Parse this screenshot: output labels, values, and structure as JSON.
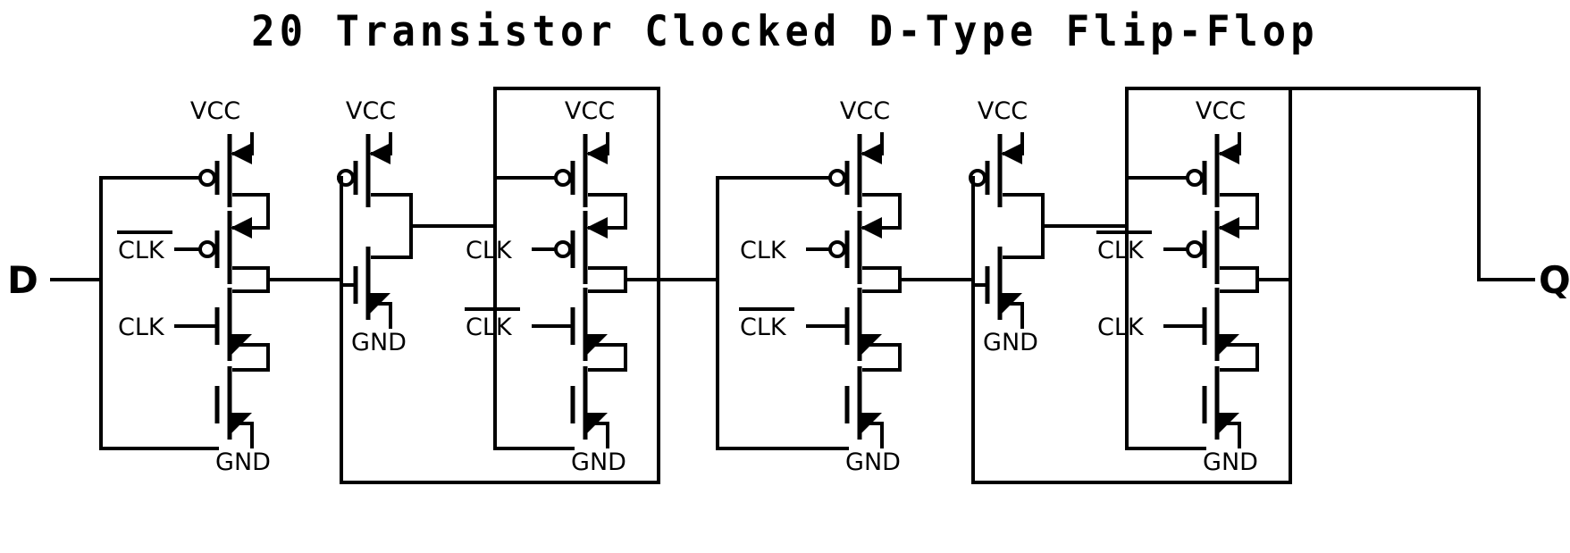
{
  "title": "20 Transistor Clocked D-Type Flip-Flop",
  "io": {
    "input_label": "D",
    "output_label": "Q"
  },
  "rail_labels": {
    "vcc": "VCC",
    "gnd": "GND"
  },
  "clock_labels": {
    "clk": "CLK",
    "clk_bar": "CLK",
    "clk_bar_overline": true
  },
  "colors": {
    "wire": "#000000",
    "background": "#ffffff",
    "text": "#000000"
  },
  "schematic": {
    "type": "cmos-transistor-schematic",
    "transistor_count": 20,
    "stages": [
      {
        "index": 1,
        "name": "input-clocked-inverter",
        "kind": "clocked-inverter",
        "transistors": [
          {
            "type": "pmos",
            "gate": "D",
            "bubble": true,
            "position": "top"
          },
          {
            "type": "pmos",
            "gate": "CLK̅",
            "bubble": true,
            "position": "upper-mid"
          },
          {
            "type": "nmos",
            "gate": "CLK",
            "bubble": false,
            "position": "lower-mid"
          },
          {
            "type": "nmos",
            "gate": "D",
            "bubble": false,
            "position": "bottom"
          }
        ],
        "vcc": "VCC",
        "gnd": "GND"
      },
      {
        "index": 2,
        "name": "inverter-1",
        "kind": "inverter",
        "transistors": [
          {
            "type": "pmos",
            "gate": "in",
            "bubble": true,
            "position": "top"
          },
          {
            "type": "nmos",
            "gate": "in",
            "bubble": false,
            "position": "bottom"
          }
        ],
        "vcc": "VCC",
        "gnd": "GND"
      },
      {
        "index": 3,
        "name": "master-feedback-clocked-inverter",
        "kind": "clocked-inverter-feedback",
        "transistors": [
          {
            "type": "pmos",
            "gate": "fb",
            "bubble": true,
            "position": "top"
          },
          {
            "type": "pmos",
            "gate": "CLK",
            "bubble": true,
            "position": "upper-mid"
          },
          {
            "type": "nmos",
            "gate": "CLK̅",
            "bubble": false,
            "position": "lower-mid"
          },
          {
            "type": "nmos",
            "gate": "fb",
            "bubble": false,
            "position": "bottom"
          }
        ],
        "vcc": "VCC",
        "gnd": "GND"
      },
      {
        "index": 4,
        "name": "transfer-clocked-inverter",
        "kind": "clocked-inverter",
        "transistors": [
          {
            "type": "pmos",
            "gate": "in",
            "bubble": true,
            "position": "top"
          },
          {
            "type": "pmos",
            "gate": "CLK",
            "bubble": true,
            "position": "upper-mid"
          },
          {
            "type": "nmos",
            "gate": "CLK̅",
            "bubble": false,
            "position": "lower-mid"
          },
          {
            "type": "nmos",
            "gate": "in",
            "bubble": false,
            "position": "bottom"
          }
        ],
        "vcc": "VCC",
        "gnd": "GND"
      },
      {
        "index": 5,
        "name": "inverter-2",
        "kind": "inverter",
        "transistors": [
          {
            "type": "pmos",
            "gate": "in",
            "bubble": true,
            "position": "top"
          },
          {
            "type": "nmos",
            "gate": "in",
            "bubble": false,
            "position": "bottom"
          }
        ],
        "vcc": "VCC",
        "gnd": "GND"
      },
      {
        "index": 6,
        "name": "slave-feedback-clocked-inverter",
        "kind": "clocked-inverter-feedback",
        "transistors": [
          {
            "type": "pmos",
            "gate": "fb",
            "bubble": true,
            "position": "top"
          },
          {
            "type": "pmos",
            "gate": "CLK̅",
            "bubble": true,
            "position": "upper-mid"
          },
          {
            "type": "nmos",
            "gate": "CLK",
            "bubble": false,
            "position": "lower-mid"
          },
          {
            "type": "nmos",
            "gate": "fb",
            "bubble": false,
            "position": "bottom"
          }
        ],
        "vcc": "VCC",
        "gnd": "GND"
      }
    ],
    "rail_text": {
      "vcc_1": "VCC",
      "vcc_2": "VCC",
      "vcc_3": "VCC",
      "vcc_4": "VCC",
      "vcc_5": "VCC",
      "vcc_6": "VCC",
      "gnd_1": "GND",
      "gnd_2": "GND",
      "gnd_3": "GND",
      "gnd_4": "GND",
      "gnd_5": "GND",
      "gnd_6": "GND"
    },
    "gate_text": {
      "g1_clkbar": "CLK",
      "g1_clk": "CLK",
      "g3_clk": "CLK",
      "g3_clkbar": "CLK",
      "g4_clk": "CLK",
      "g4_clkbar": "CLK",
      "g6_clkbar": "CLK",
      "g6_clk": "CLK"
    }
  }
}
